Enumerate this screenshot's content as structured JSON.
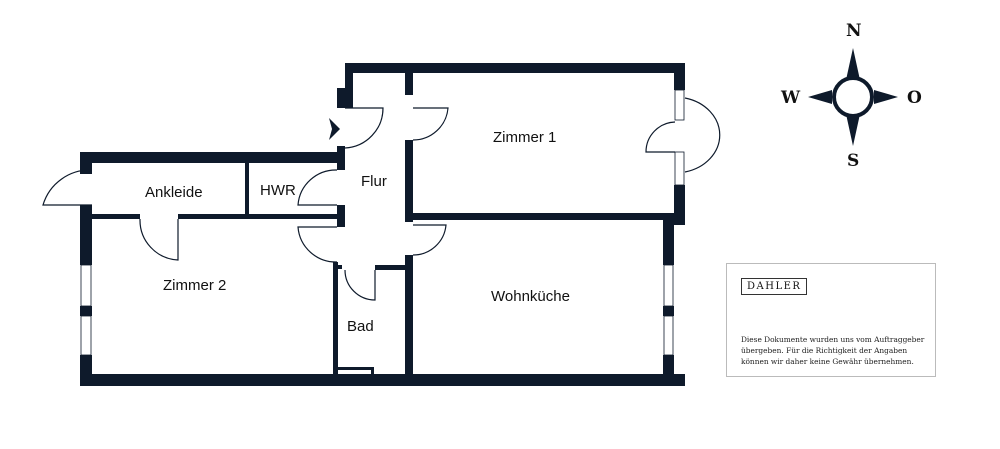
{
  "rooms": {
    "zimmer1": "Zimmer 1",
    "zimmer2": "Zimmer 2",
    "ankleide": "Ankleide",
    "hwr": "HWR",
    "flur": "Flur",
    "bad": "Bad",
    "wohnkueche": "Wohnküche"
  },
  "compass": {
    "north": "N",
    "south": "S",
    "west": "W",
    "east": "O"
  },
  "disclaimer": {
    "brand": "DAHLER",
    "text": "Diese Dokumente wurden uns vom Auftraggeber übergeben. Für die Richtigkeit der Angaben können wir daher keine Gewähr übernehmen."
  },
  "colors": {
    "wall": "#0e1a2b"
  }
}
